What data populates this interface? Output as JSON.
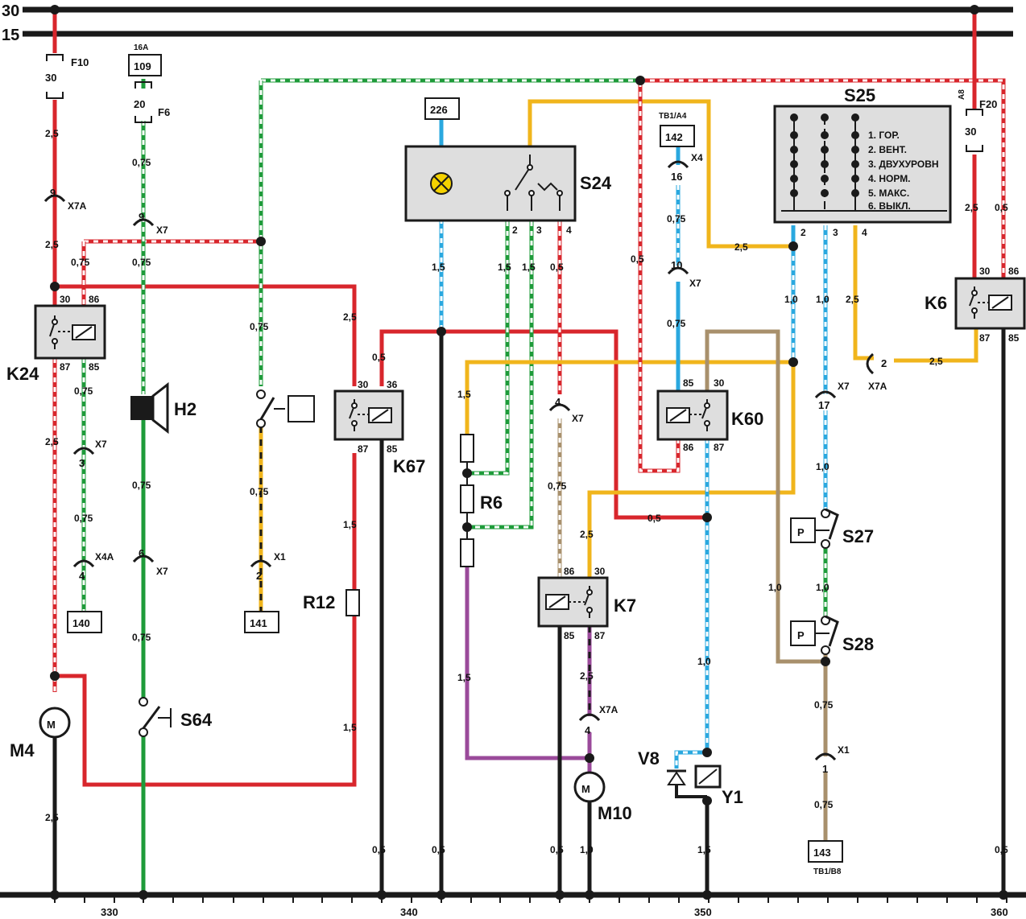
{
  "bus_lines": {
    "top_30": "30",
    "top_15": "15"
  },
  "grid_numbers": [
    "330",
    "340",
    "350",
    "360"
  ],
  "components": {
    "K24": "K24",
    "K67": "K67",
    "K60": "K60",
    "K7": "K7",
    "K6": "K6",
    "S24": "S24",
    "S25": "S25",
    "S27": "S27",
    "S28": "S28",
    "S64": "S64",
    "H2": "H2",
    "M4": "M4",
    "M10": "M10",
    "R12": "R12",
    "R6": "R6",
    "V8": "V8",
    "Y1": "Y1",
    "F10": "F10",
    "F6": "F6",
    "F20": "F20"
  },
  "fuses": {
    "F10_value": "30",
    "F6_value": "20",
    "F20_value": "30",
    "F6_rating": "16A",
    "F20_tag": "A8"
  },
  "ref_boxes": {
    "r109": "109",
    "r226": "226",
    "r142": "142",
    "r140": "140",
    "r141": "141",
    "r143": "143",
    "p27": "P",
    "p28": "P"
  },
  "ref_tags": {
    "tb1_a4": "TB1/A4",
    "tb1_b8": "TB1/B8"
  },
  "s25_modes": [
    "1. ГОР.",
    "2. ВЕНТ.",
    "3. ДВУХУРОВН",
    "4. НОРМ.",
    "5. МАКС.",
    "6. ВЫКЛ."
  ],
  "connectors": {
    "x7a_9": "9",
    "x7a": "X7A",
    "x7_9": "9",
    "x7": "X7",
    "x7_3": "3",
    "x4a_4": "4",
    "x4a": "X4A",
    "x7_6": "6",
    "x1_2": "2",
    "x1": "X1",
    "x7_4": "4",
    "x4_16": "16",
    "x4": "X4",
    "x7_10": "10",
    "x7_17": "17",
    "x7a_2": "2",
    "x7a_4": "4",
    "x1_1": "1"
  },
  "pins": {
    "k24_30": "30",
    "k24_86": "86",
    "k24_87": "87",
    "k24_85": "85",
    "k67_30": "30",
    "k67_36": "36",
    "k67_87": "87",
    "k67_85": "85",
    "k60_85": "85",
    "k60_30": "30",
    "k60_86": "86",
    "k60_87": "87",
    "k7_86": "86",
    "k7_30": "30",
    "k7_85": "85",
    "k7_87": "87",
    "k6_30": "30",
    "k6_86": "86",
    "k6_87": "87",
    "k6_85": "85",
    "s24_2": "2",
    "s24_3": "3",
    "s24_4": "4",
    "s25_2": "2",
    "s25_3": "3",
    "s25_4": "4"
  },
  "wire_sizes": {
    "w_f10_25a": "2,5",
    "w_f10_25b": "2,5",
    "w_m4_25": "2,5",
    "w_m4_gnd": "2,5",
    "w_k24_075a": "0,75",
    "w_k24_075b": "0,75",
    "w_k24_075c": "0,75",
    "w_k24_25": "2,5",
    "w_f6_075": "0,75",
    "w_h2_075a": "0,75",
    "w_h2_075b": "0,75",
    "w_h2_075c": "0,75",
    "w_h2_075d": "0,75",
    "w_sw_075a": "0,75",
    "w_sw_075b": "0,75",
    "w_k67_25": "2,5",
    "w_k67_05": "0,5",
    "w_r12_15a": "1,5",
    "w_r12_15b": "1,5",
    "w_k67_gnd": "0,5",
    "w_226_15": "1,5",
    "w_226_gnd": "0,5",
    "w_s24_15a": "1,5",
    "w_s24_15b": "1,5",
    "w_s24_05": "0,5",
    "w_r6_15a": "1,5",
    "w_r6_15b": "1,5",
    "w_k7_075": "0,75",
    "w_k7_25a": "2,5",
    "w_k7_25b": "2,5",
    "w_k7_gnd": "0,5",
    "w_m10_gnd": "1,0",
    "w_142_075a": "0,75",
    "w_142_075b": "0,75",
    "w_k60_05": "0,5",
    "w_k60_10": "1,0",
    "w_y1_gnd": "1,5",
    "w_red05": "0,5",
    "w_s25_25": "2,5",
    "w_s25_10a": "1,0",
    "w_s25_10b": "1,0",
    "w_s25_25b": "2,5",
    "w_x7a_25": "2,5",
    "w_s27_10a": "1,0",
    "w_s27_10b": "1,0",
    "w_brn_10": "1,0",
    "w_x1_075a": "0,75",
    "w_x1_075b": "0,75",
    "w_k6_25": "2,5",
    "w_k6_05": "0,5",
    "w_k6_gnd": "0,5"
  }
}
